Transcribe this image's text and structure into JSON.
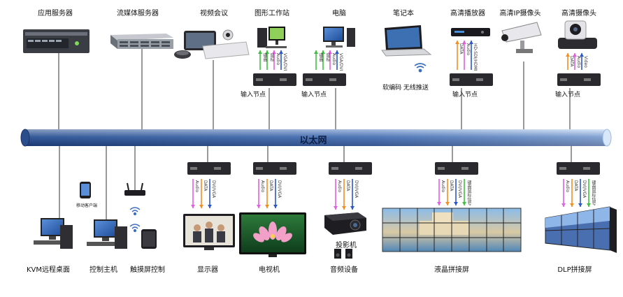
{
  "network": {
    "label": "以太网"
  },
  "top_devices": [
    {
      "id": "app-server",
      "label": "应用服务器"
    },
    {
      "id": "media-server",
      "label": "流媒体服务器"
    },
    {
      "id": "video-conf",
      "label": "视频会议"
    },
    {
      "id": "workstation",
      "label": "图形工作站",
      "node_label": "输入节点",
      "signals": [
        "键盘",
        "鼠标",
        "Audio",
        "VGA/DVI"
      ]
    },
    {
      "id": "pc",
      "label": "电脑",
      "node_label": "输入节点",
      "signals": [
        "键盘",
        "鼠标",
        "Audio",
        "VGA/DVI"
      ]
    },
    {
      "id": "laptop",
      "label": "笔记本",
      "caption": "软编码 无线推送"
    },
    {
      "id": "hd-player",
      "label": "高清播放器",
      "node_label": "输入节点",
      "signals": [
        "DATA",
        "Audio",
        "HD-SDI/HDMI"
      ]
    },
    {
      "id": "ip-camera",
      "label": "高清IP摄像头"
    },
    {
      "id": "hd-camera",
      "label": "高清摄像头",
      "node_label": "输入节点",
      "signals": [
        "DATA",
        "Audio",
        "Video"
      ]
    }
  ],
  "bottom_devices": [
    {
      "id": "kvm",
      "label": "KVM远程桌面"
    },
    {
      "id": "control-host",
      "label": "控制主机",
      "caption": "移动客户端"
    },
    {
      "id": "touch-control",
      "label": "触摸屏控制"
    },
    {
      "id": "monitor",
      "label": "显示器",
      "signals": [
        "Audio",
        "DATA",
        "DVI/VGA"
      ]
    },
    {
      "id": "tv",
      "label": "电视机",
      "signals": [
        "Audio",
        "DATA",
        "DVI/VGA"
      ]
    },
    {
      "id": "projector",
      "label": "投影机",
      "signals": [
        "Audio",
        "DATA",
        "DVI/VGA"
      ]
    },
    {
      "id": "audio-device",
      "label": "音频设备"
    },
    {
      "id": "lcd-wall",
      "label": "液晶拼接屏",
      "signals": [
        "Audio",
        "DATA",
        "DVI/VGA",
        "键盘鼠标信号"
      ]
    },
    {
      "id": "dlp-wall",
      "label": "DLP拼接屏",
      "signals": [
        "Audio",
        "DATA",
        "DVI/VGA",
        "键盘鼠标信号"
      ]
    }
  ],
  "colors": {
    "network_dark": "#1d3e79",
    "network_light": "#cfe2f7",
    "audio": "#e060e0",
    "data": "#f09020",
    "video": "#2a56c8",
    "control": "#40c040",
    "device_dark": "#2a2a2e",
    "line": "#333333"
  },
  "icons": [
    "server-icon",
    "storage-icon",
    "conference-icon",
    "workstation-icon",
    "pc-icon",
    "laptop-icon",
    "wifi-icon",
    "player-icon",
    "ip-camera-icon",
    "ptz-camera-icon",
    "encoder-icon",
    "decoder-icon",
    "monitor-icon",
    "tv-icon",
    "projector-icon",
    "speaker-icon",
    "video-wall-icon",
    "dlp-wall-icon",
    "phone-icon",
    "router-icon",
    "tablet-icon"
  ]
}
